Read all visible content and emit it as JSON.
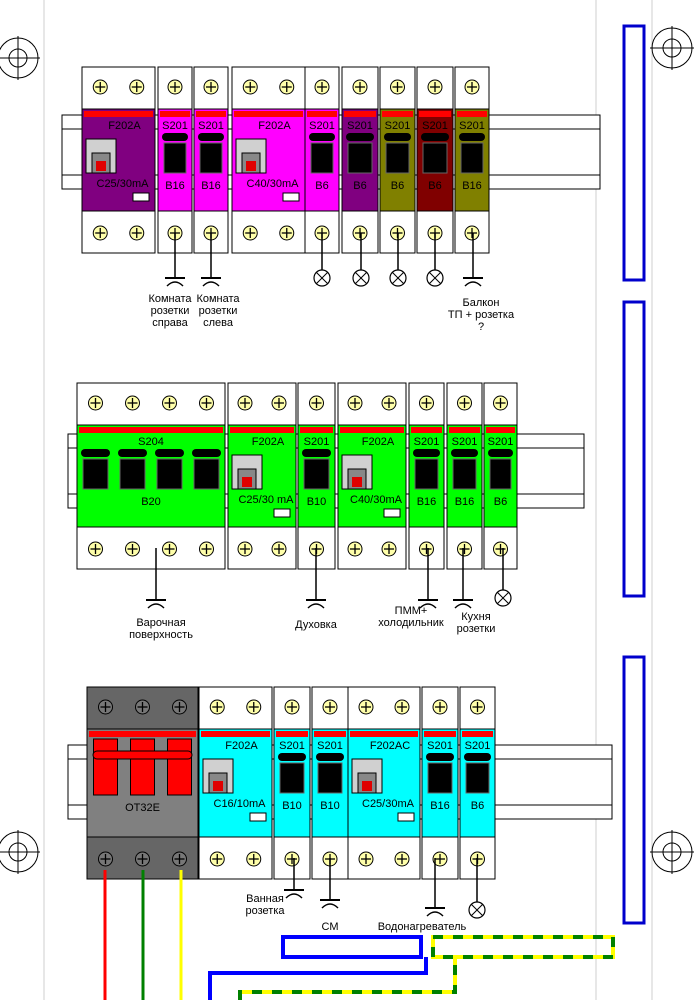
{
  "rows": [
    {
      "breakers": [
        {
          "model": "F202A",
          "rating": "C25/30mA",
          "body": "#800080",
          "kind": "rcd"
        },
        {
          "model": "S201",
          "rating": "B16",
          "body": "#ff00ff",
          "kind": "mcb"
        },
        {
          "model": "S201",
          "rating": "B16",
          "body": "#ff00ff",
          "kind": "mcb"
        },
        {
          "model": "F202A",
          "rating": "C40/30mA",
          "body": "#ff00ff",
          "kind": "rcd"
        },
        {
          "model": "S201",
          "rating": "B6",
          "body": "#ff00ff",
          "kind": "mcb"
        },
        {
          "model": "S201",
          "rating": "B6",
          "body": "#800080",
          "kind": "mcb"
        },
        {
          "model": "S201",
          "rating": "B6",
          "body": "#808000",
          "kind": "mcb"
        },
        {
          "model": "S201",
          "rating": "B6",
          "body": "#800000",
          "kind": "mcb"
        },
        {
          "model": "S201",
          "rating": "B16",
          "body": "#808000",
          "kind": "mcb"
        }
      ],
      "loads": [
        {
          "symbol": "socket",
          "label": [
            "Комната",
            "розетки",
            "справа"
          ]
        },
        {
          "symbol": "socket",
          "label": [
            "Комната",
            "розетки",
            "слева"
          ]
        },
        {
          "symbol": "lamp",
          "label": []
        },
        {
          "symbol": "lamp",
          "label": []
        },
        {
          "symbol": "lamp",
          "label": []
        },
        {
          "symbol": "lamp",
          "label": []
        },
        {
          "symbol": "socket",
          "label": [
            "Балкон",
            "ТП + розетка",
            "?"
          ]
        }
      ]
    },
    {
      "breakers": [
        {
          "model": "S204",
          "rating": "B20",
          "body": "#00ff00",
          "kind": "mcb4"
        },
        {
          "model": "F202A",
          "rating": "C25/30 mA",
          "body": "#00ff00",
          "kind": "rcd"
        },
        {
          "model": "S201",
          "rating": "B10",
          "body": "#00ff00",
          "kind": "mcb"
        },
        {
          "model": "F202A",
          "rating": "C40/30mA",
          "body": "#00ff00",
          "kind": "rcd"
        },
        {
          "model": "S201",
          "rating": "B16",
          "body": "#00ff00",
          "kind": "mcb"
        },
        {
          "model": "S201",
          "rating": "B16",
          "body": "#00ff00",
          "kind": "mcb"
        },
        {
          "model": "S201",
          "rating": "B6",
          "body": "#00ff00",
          "kind": "mcb"
        }
      ],
      "loads": [
        {
          "symbol": "socket",
          "label": [
            "Варочная",
            "поверхность"
          ]
        },
        {
          "symbol": "socket",
          "label": [
            "Духовка"
          ]
        },
        {
          "symbol": "socket",
          "label": [
            "ПММ+",
            "холодильник"
          ]
        },
        {
          "symbol": "socket",
          "label": [
            "Кухня",
            "розетки"
          ]
        },
        {
          "symbol": "lamp",
          "label": []
        }
      ]
    },
    {
      "breakers": [
        {
          "model": "OT32E",
          "rating": "",
          "body": "#808080",
          "kind": "switch"
        },
        {
          "model": "F202A",
          "rating": "C16/10mA",
          "body": "#00ffff",
          "kind": "rcd"
        },
        {
          "model": "S201",
          "rating": "B10",
          "body": "#00ffff",
          "kind": "mcb"
        },
        {
          "model": "S201",
          "rating": "B10",
          "body": "#00ffff",
          "kind": "mcb"
        },
        {
          "model": "F202AC",
          "rating": "C25/30mA",
          "body": "#00ffff",
          "kind": "rcd"
        },
        {
          "model": "S201",
          "rating": "B16",
          "body": "#00ffff",
          "kind": "mcb"
        },
        {
          "model": "S201",
          "rating": "B6",
          "body": "#00ffff",
          "kind": "mcb"
        }
      ],
      "loads": [
        {
          "symbol": "socket",
          "label": [
            "Ванная",
            "розетка"
          ]
        },
        {
          "symbol": "socket",
          "label": [
            "СМ"
          ]
        },
        {
          "symbol": "socket",
          "label": [
            "Водонагреватель"
          ]
        },
        {
          "symbol": "lamp",
          "label": []
        }
      ]
    }
  ],
  "colors": {
    "frame": "#0000cc",
    "red_stripe": "#ff0000",
    "wire_red": "#ff0000",
    "wire_green": "#008000",
    "wire_yellow": "#ffff00",
    "wire_blue": "#0000ff"
  }
}
